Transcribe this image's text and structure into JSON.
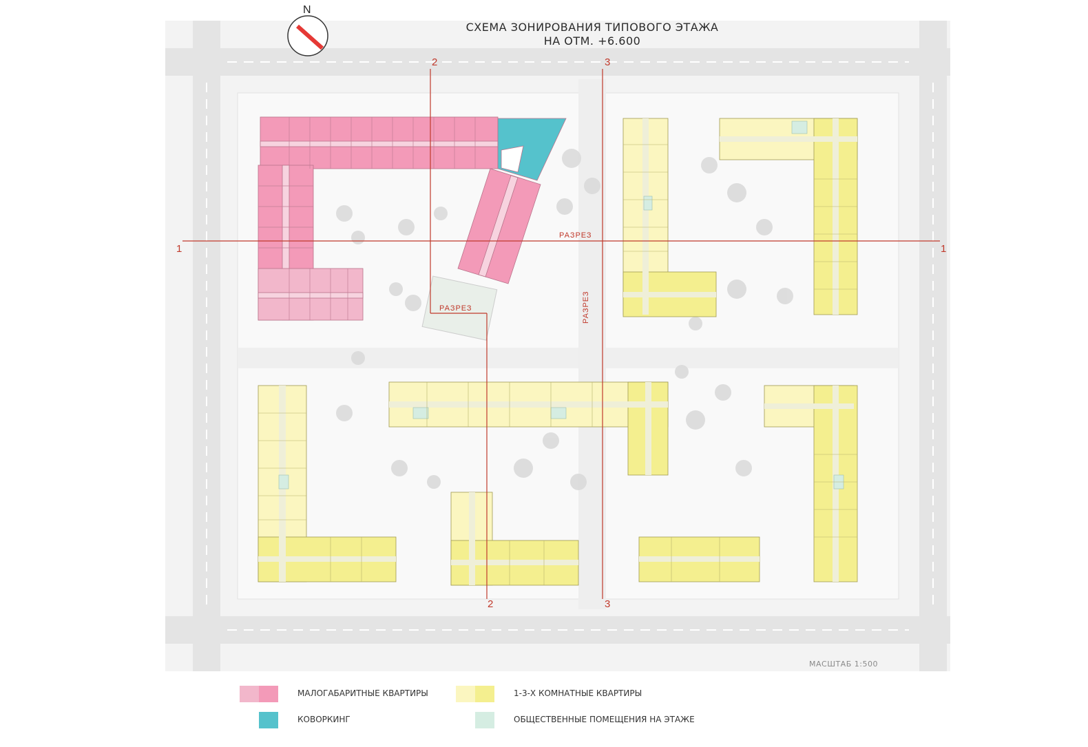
{
  "title": {
    "line1": "СХЕМА ЗОНИРОВАНИЯ ТИПОВОГО ЭТАЖА",
    "line2": "НА ОТМ. +6.600"
  },
  "compass": {
    "label": "N",
    "icon": "north-arrow-icon"
  },
  "axes": {
    "axis1_left": "1",
    "axis1_right": "1",
    "axis2_top": "2",
    "axis2_bottom": "2",
    "axis3_top": "3",
    "axis3_bottom": "3",
    "section_label_h": "РАЗРЕЗ",
    "section_label_v": "РАЗРЕЗ",
    "section_label_2": "РАЗРЕЗ"
  },
  "scale": "МАСШТАБ 1:500",
  "legend": [
    {
      "label": "МАЛОГАБАРИТНЫЕ КВАРТИРЫ",
      "colors": [
        "#f2b7cb",
        "#f39ab8"
      ]
    },
    {
      "label": "КОВОРКИНГ",
      "colors": [
        "#55c2cc"
      ]
    },
    {
      "label": "1-3-Х КОМНАТНЫЕ КВАРТИРЫ",
      "colors": [
        "#fbf6c0",
        "#f4ef8f"
      ]
    },
    {
      "label": "ОБЩЕСТВЕННЫЕ ПОМЕЩЕНИЯ НА ЭТАЖЕ",
      "colors": [
        "#d5ede2"
      ]
    }
  ],
  "colors": {
    "small_apts": "#f39ab8",
    "small_apts_light": "#f2b7cb",
    "coworking": "#55c2cc",
    "apts": "#f4ef8f",
    "apts_light": "#fbf6c0",
    "public": "#d5ede2",
    "axis_line": "#c0392b",
    "road": "#e6e6e6",
    "sidewalk": "#f2f2f2"
  }
}
